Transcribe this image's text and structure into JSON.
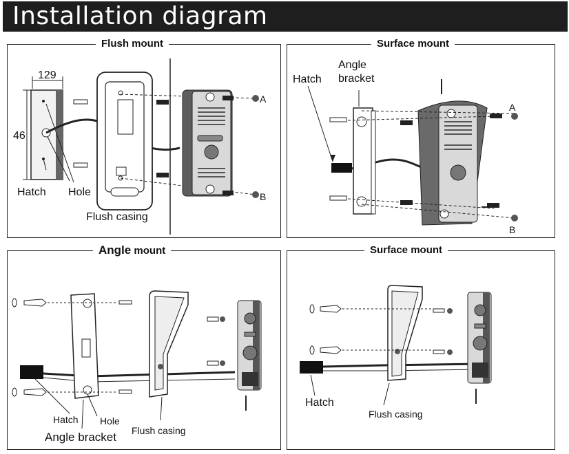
{
  "title": "Installation diagram",
  "panels": {
    "flush": {
      "title": "Flush mount",
      "dim_width": "129",
      "dim_height": "46",
      "hatch": "Hatch",
      "hole": "Hole",
      "casing": "Flush casing",
      "point_a": "A",
      "point_b": "B"
    },
    "surface_top": {
      "title": "Surface mount",
      "hatch": "Hatch",
      "angle_bracket": "Angle\nbracket",
      "point_a": "A",
      "point_b": "B"
    },
    "angle": {
      "title_bold": "Angle",
      "title_rest": " mount",
      "hatch": "Hatch",
      "hole": "Hole",
      "angle_bracket": "Angle bracket",
      "casing": "Flush casing"
    },
    "surface_bottom": {
      "title": "Surface mount",
      "hatch": "Hatch",
      "casing": "Flush casing"
    }
  },
  "colors": {
    "title_bar": "#1e1e1e",
    "device_body": "#5e5e5e",
    "device_face": "#d9d9d9",
    "hatch_black": "#111111"
  }
}
